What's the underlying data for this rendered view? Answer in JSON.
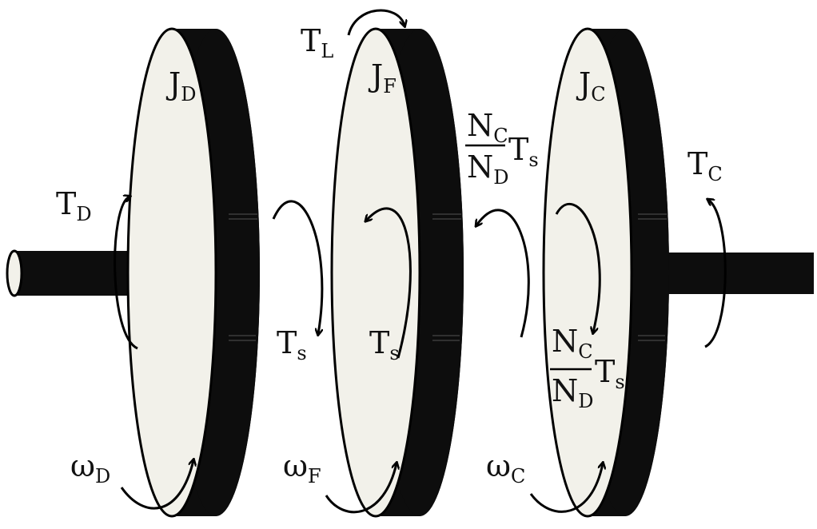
{
  "disks": {
    "left": {
      "inertia": {
        "main": "J",
        "sub": "D"
      }
    },
    "middle": {
      "inertia": {
        "main": "J",
        "sub": "F"
      }
    },
    "right": {
      "inertia": {
        "main": "J",
        "sub": "C"
      }
    }
  },
  "torques": {
    "td": {
      "main": "T",
      "sub": "D"
    },
    "tl": {
      "main": "T",
      "sub": "L"
    },
    "tc": {
      "main": "T",
      "sub": "C"
    },
    "ts1": {
      "main": "T",
      "sub": "s"
    },
    "ts2": {
      "main": "T",
      "sub": "s"
    },
    "ratio_top": {
      "num": "N",
      "num_sub": "C",
      "den": "N",
      "den_sub": "D",
      "main": "T",
      "sub": "s"
    },
    "ratio_bottom": {
      "num": "N",
      "num_sub": "C",
      "den": "N",
      "den_sub": "D",
      "main": "T",
      "sub": "s"
    }
  },
  "speeds": {
    "wd": {
      "main": "ω",
      "sub": "D"
    },
    "wf": {
      "main": "ω",
      "sub": "F"
    },
    "wc": {
      "main": "ω",
      "sub": "C"
    }
  },
  "colors": {
    "disk_face": "#f2f1ea",
    "disk_rim": "#0d0d0d",
    "shaft": "#0d0d0d",
    "stroke": "#000000"
  }
}
